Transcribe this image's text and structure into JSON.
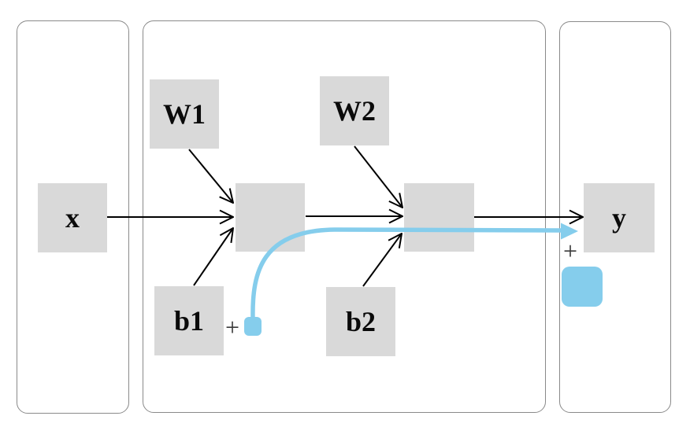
{
  "diagram": {
    "nodes": {
      "x": "x",
      "w1": "W1",
      "w2": "W2",
      "b1": "b1",
      "b2": "b2",
      "y": "y"
    },
    "operators": {
      "plus_hidden": "+",
      "plus_output": "+"
    },
    "colors": {
      "node_fill": "#d9d9d9",
      "residual_blue": "#85cdec",
      "arrow_black": "#000000",
      "panel_border": "#8a8a8a",
      "plus_gray": "#3a3a3a"
    }
  }
}
